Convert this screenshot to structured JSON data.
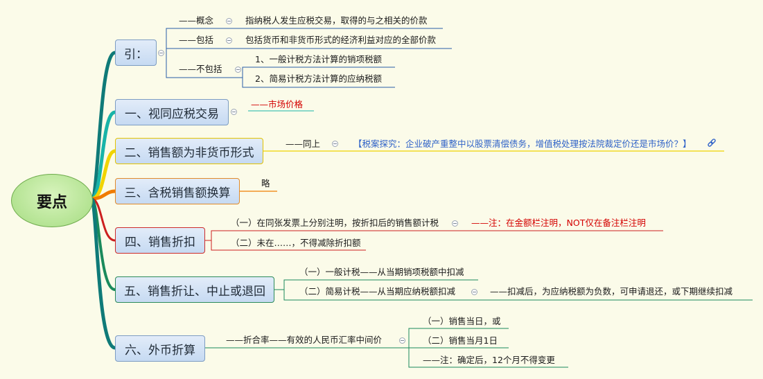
{
  "root": "要点",
  "branches": {
    "b0": {
      "title": "引：",
      "c1": "——概念",
      "c1_detail": "指纳税人发生应税交易，取得的与之相关的价款",
      "c2": "——包括",
      "c2_detail": "包括货币和非货币形式的经济利益对应的全部价款",
      "c3": "——不包括",
      "c3_item1": "1、一般计税方法计算的销项税额",
      "c3_item2": "2、简易计税方法计算的应纳税额"
    },
    "b1": {
      "title": "一、视同应税交易",
      "c1": "——市场价格"
    },
    "b2": {
      "title": "二、销售额为非货币形式",
      "c1": "——同上",
      "c1_detail": "【税案探究：企业破产重整中以股票清偿债务，增值税处理按法院裁定价还是市场价？】"
    },
    "b3": {
      "title": "三、含税销售额换算",
      "c1": "略"
    },
    "b4": {
      "title": "四、销售折扣",
      "c1": "（一）在同张发票上分别注明，按折扣后的销售额计税",
      "c1_detail": "——注：在金额栏注明，NOT仅在备注栏注明",
      "c2": "（二）未在……，不得减除折扣额"
    },
    "b5": {
      "title": "五、销售折让、中止或退回",
      "c1": "（一）一般计税——从当期销项税额中扣减",
      "c2": "（二）简易计税——从当期应纳税额扣减",
      "c2_detail": "——扣减后，为应纳税额为负数，可申请退还，或下期继续扣减"
    },
    "b6": {
      "title": "六、外币折算",
      "c1": "——折合率——有效的人民币汇率中间价",
      "c1_item1": "（一）销售当日，或",
      "c1_item2": "（二）销售当月1日",
      "c1_item3": "——注：确定后，12个月不得变更"
    }
  },
  "colors": {
    "spine_top": "#0f7a78",
    "b1": "#18b4a8",
    "b2": "#f0d400",
    "b3": "#f07c00",
    "b4": "#cc1f1f",
    "b5": "#1a8a5c",
    "b6": "#0f7a78",
    "blue_line": "#2a5ea8"
  },
  "icons": [
    "collapse-icon",
    "link-icon"
  ]
}
